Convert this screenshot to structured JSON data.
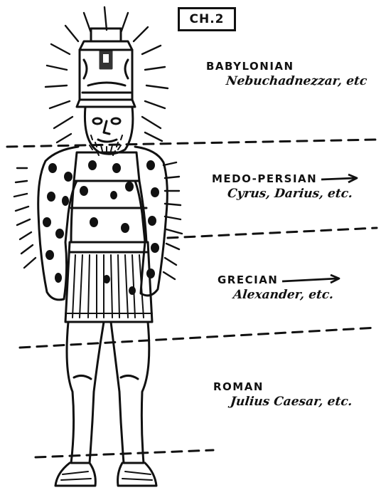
{
  "chapter_label": "CH.2",
  "kingdoms": [
    {
      "name": "BABYLONIAN",
      "rulers": "Nebuchadnezzar, etc",
      "arrow": false
    },
    {
      "name": "MEDO-PERSIAN",
      "rulers": "Cyrus, Darius, etc.",
      "arrow": true
    },
    {
      "name": "GRECIAN",
      "rulers": "Alexander, etc.",
      "arrow": true
    },
    {
      "name": "ROMAN",
      "rulers": "Julius Caesar, etc.",
      "arrow": false
    }
  ],
  "colors": {
    "ink": "#111111",
    "paper": "#ffffff"
  }
}
